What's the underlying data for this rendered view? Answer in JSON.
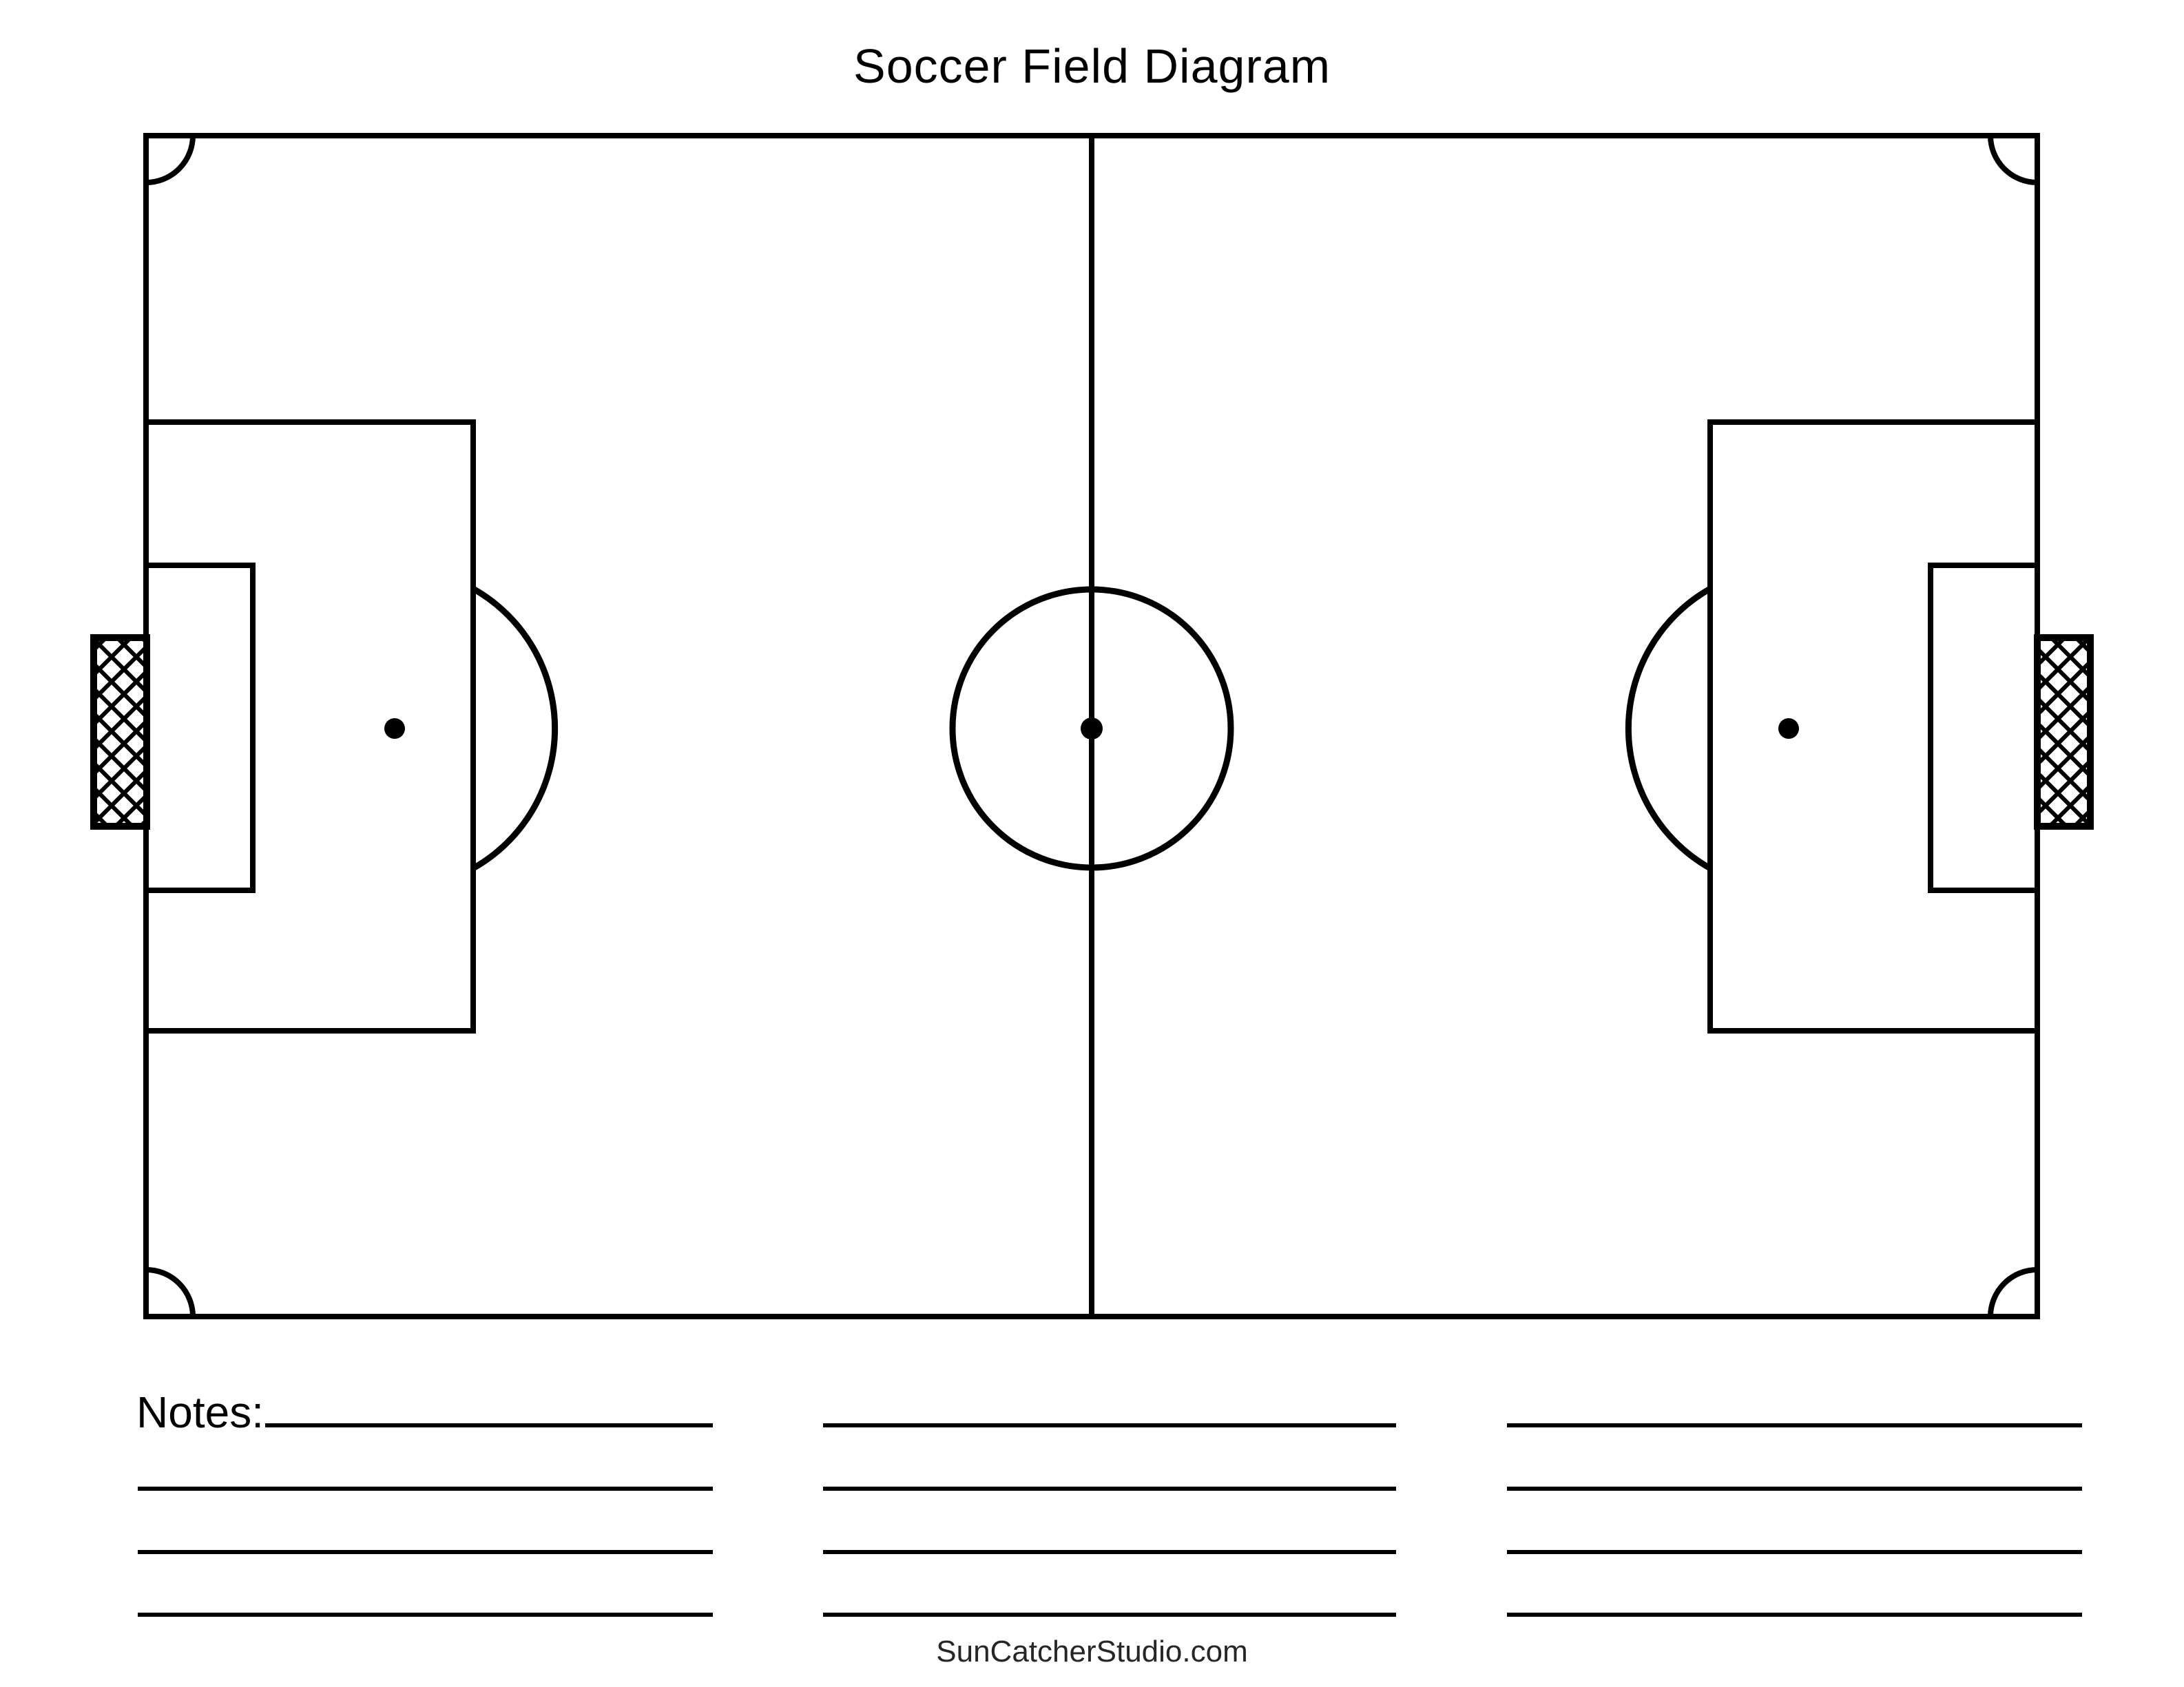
{
  "page": {
    "title": "Soccer Field Diagram",
    "footer_text": "SunCatcherStudio.com"
  },
  "notes": {
    "label": "Notes:"
  },
  "colors": {
    "line": "#000000",
    "background": "#ffffff",
    "footer_text": "#262626"
  }
}
